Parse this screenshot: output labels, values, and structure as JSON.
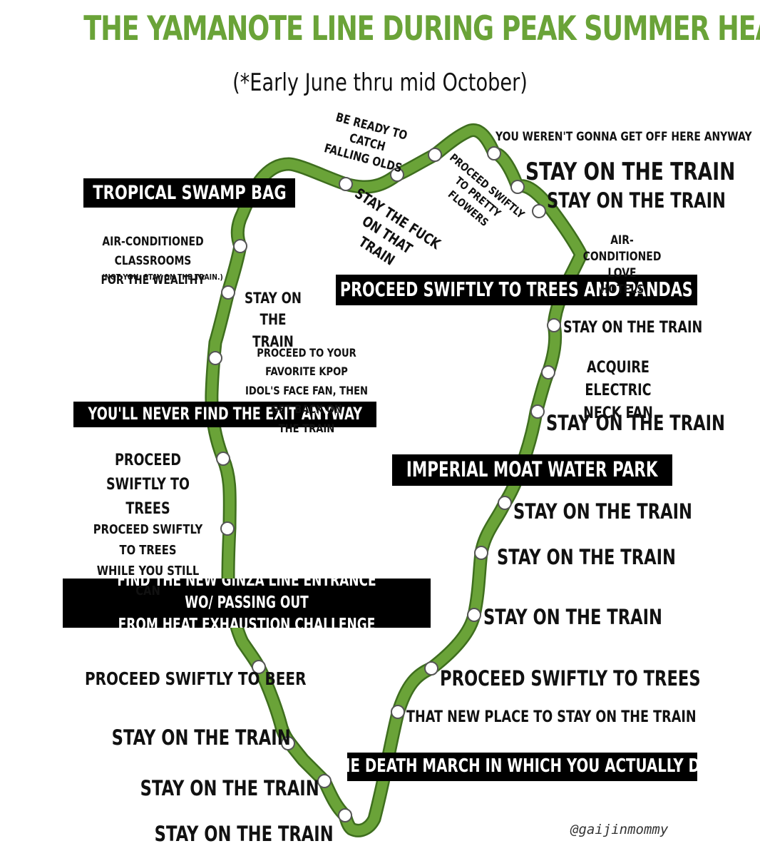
{
  "title": "THE YAMANOTE LINE DURING PEAK SUMMER HEAT*",
  "subtitle": "(*Early June thru mid October)",
  "colors": {
    "title": "#6aa338",
    "line": "#6aa338",
    "line_outline": "#3e6e1e",
    "box_background": "#000000",
    "box_text": "#ffffff",
    "station_fill": "#ffffff"
  },
  "icons": {
    "station": "station-circle-icon"
  },
  "labels": {
    "be_ready": "BE READY TO CATCH\nFALLING OLDS",
    "werent_gonna": "YOU WEREN'T GONNA GET OFF HERE ANYWAY",
    "stay_ne1": "STAY ON THE TRAIN",
    "stay_ne2": "STAY ON THE TRAIN",
    "pretty_flowers": "PROCEED SWIFTLY\nTO PRETTY FLOWERS",
    "stay_fuck": "STAY THE FUCK ON THAT\nTRAIN",
    "love_hotels": "AIR-CONDITIONED LOVE\nHOTELS",
    "classrooms": "AIR-CONDITIONED CLASSROOMS\nFOR THE WEALTHY",
    "classrooms_note": "(NOT YOU. STAY ON THE TRAIN.)",
    "stay_w1": "STAY ON THE\nTRAIN",
    "kpop": "PROCEED TO YOUR FAVORITE KPOP\nIDOL'S FACE FAN, THEN GET BACK ON\nTHE TRAIN",
    "stay_e1": "STAY ON THE TRAIN",
    "neck_fan": "ACQUIRE ELECTRIC\nNECK FAN",
    "stay_e2": "STAY ON THE TRAIN",
    "trees_w1": "PROCEED SWIFTLY TO\nTREES",
    "trees_w2": "PROCEED SWIFTLY TO TREES\nWHILE YOU STILL CAN",
    "stay_e3": "STAY ON THE TRAIN",
    "stay_e4": "STAY ON THE TRAIN",
    "stay_e5": "STAY ON THE TRAIN",
    "trees_se": "PROCEED SWIFTLY TO TREES",
    "new_place": "THAT NEW PLACE TO STAY ON THE TRAIN",
    "beer": "PROCEED SWIFTLY TO BEER",
    "stay_sw1": "STAY ON THE TRAIN",
    "stay_sw2": "STAY ON THE TRAIN",
    "stay_sw3": "STAY ON THE TRAIN"
  },
  "boxes": {
    "tropical_swamp": "TROPICAL SWAMP BAG",
    "trees_pandas": "PROCEED SWIFTLY TO TREES AND PANDAS",
    "never_find_exit": "YOU'LL NEVER FIND THE EXIT ANYWAY",
    "imperial_moat": "IMPERIAL MOAT WATER PARK",
    "ginza_line": "FIND THE NEW GINZA LINE ENTRANCE WO/ PASSING OUT\nFROM HEAT EXHAUSTION CHALLENGE",
    "death_march": "THE DEATH MARCH IN WHICH YOU ACTUALLY DIE"
  },
  "credit": "@gaijinmommy"
}
